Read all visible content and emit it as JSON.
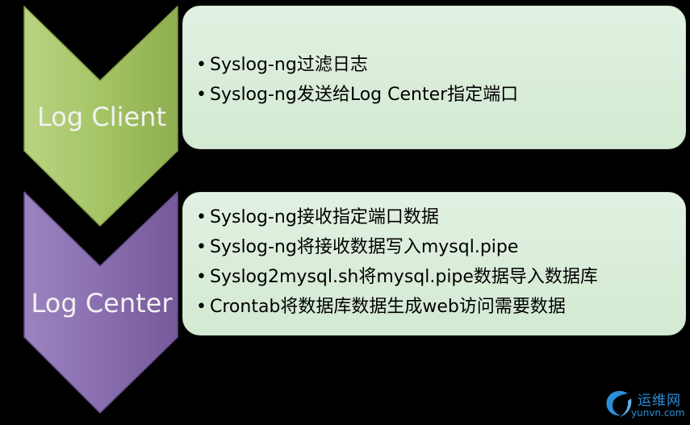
{
  "stages": [
    {
      "label": "Log Client",
      "color": "#9bbb59",
      "bullets": [
        "Syslog-ng过滤日志",
        "Syslog-ng发送给Log Center指定端口"
      ]
    },
    {
      "label": "Log Center",
      "color": "#8064a2",
      "bullets": [
        "Syslog-ng接收指定端口数据",
        "Syslog-ng将接收数据写入mysql.pipe",
        "Syslog2mysql.sh将mysql.pipe数据导入数据库",
        "Crontab将数据库数据生成web访问需要数据"
      ]
    }
  ],
  "bullet_glyph": "•",
  "panel_color": "#d8ecd7",
  "watermark": {
    "name": "运维网",
    "url": "yunvn.com"
  }
}
